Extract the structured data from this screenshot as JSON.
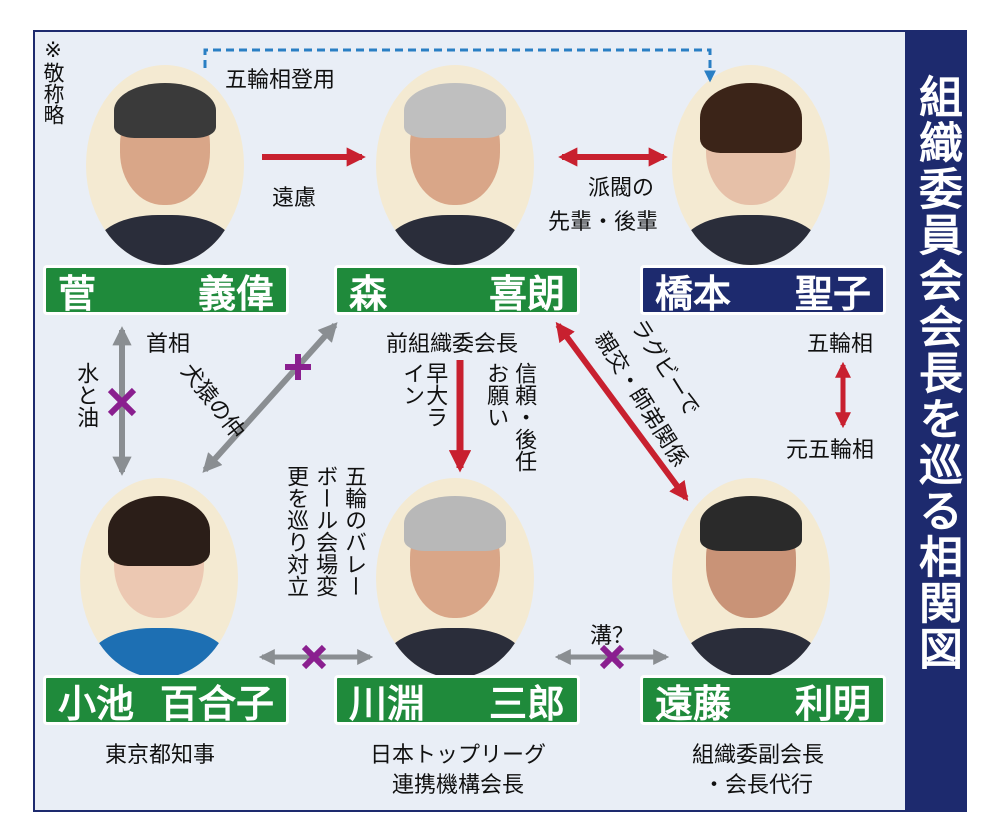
{
  "title": "組織委員会会長を巡る相関図",
  "note": "※敬称略",
  "people": [
    {
      "name_family": "菅",
      "name_given": "義偉",
      "role": "首相"
    },
    {
      "name_family": "森",
      "name_given": "喜朗",
      "role": "前組織委会長"
    },
    {
      "name_family": "橋本",
      "name_given": "聖子",
      "role": "五輪相",
      "role2": "元五輪相"
    },
    {
      "name_family": "小池",
      "name_given": "百合子",
      "role": "東京都知事"
    },
    {
      "name_family": "川淵",
      "name_given": "三郎",
      "role": "日本トップリーグ",
      "role_line2": "連携機構会長"
    },
    {
      "name_family": "遠藤",
      "name_given": "利明",
      "role": "組織委副会長",
      "role_line2": "・会長代行"
    }
  ],
  "relations": {
    "suga_hashimoto": "五輪相登用",
    "suga_mori": "遠慮",
    "mori_hashimoto_1": "派閥の",
    "mori_hashimoto_2": "先輩・後輩",
    "suga_koike": "水と油",
    "mori_koike": "犬猿の仲",
    "mori_kawabuchi_a": "早大ライン",
    "mori_kawabuchi_b1": "信頼・後任",
    "mori_kawabuchi_b2": "お願い",
    "mori_endo_1": "ラグビーで",
    "mori_endo_2": "親交・師弟関係",
    "koike_kawabuchi_1": "五輪のバレー",
    "koike_kawabuchi_2": "ボール会場変",
    "koike_kawabuchi_3": "更を巡り対立",
    "kawabuchi_endo": "溝？"
  },
  "colors": {
    "green": "#1f8a3b",
    "navy": "#1d2a6e",
    "red": "#c8202f",
    "gray": "#8a8e92",
    "purple": "#8a1f8f"
  }
}
